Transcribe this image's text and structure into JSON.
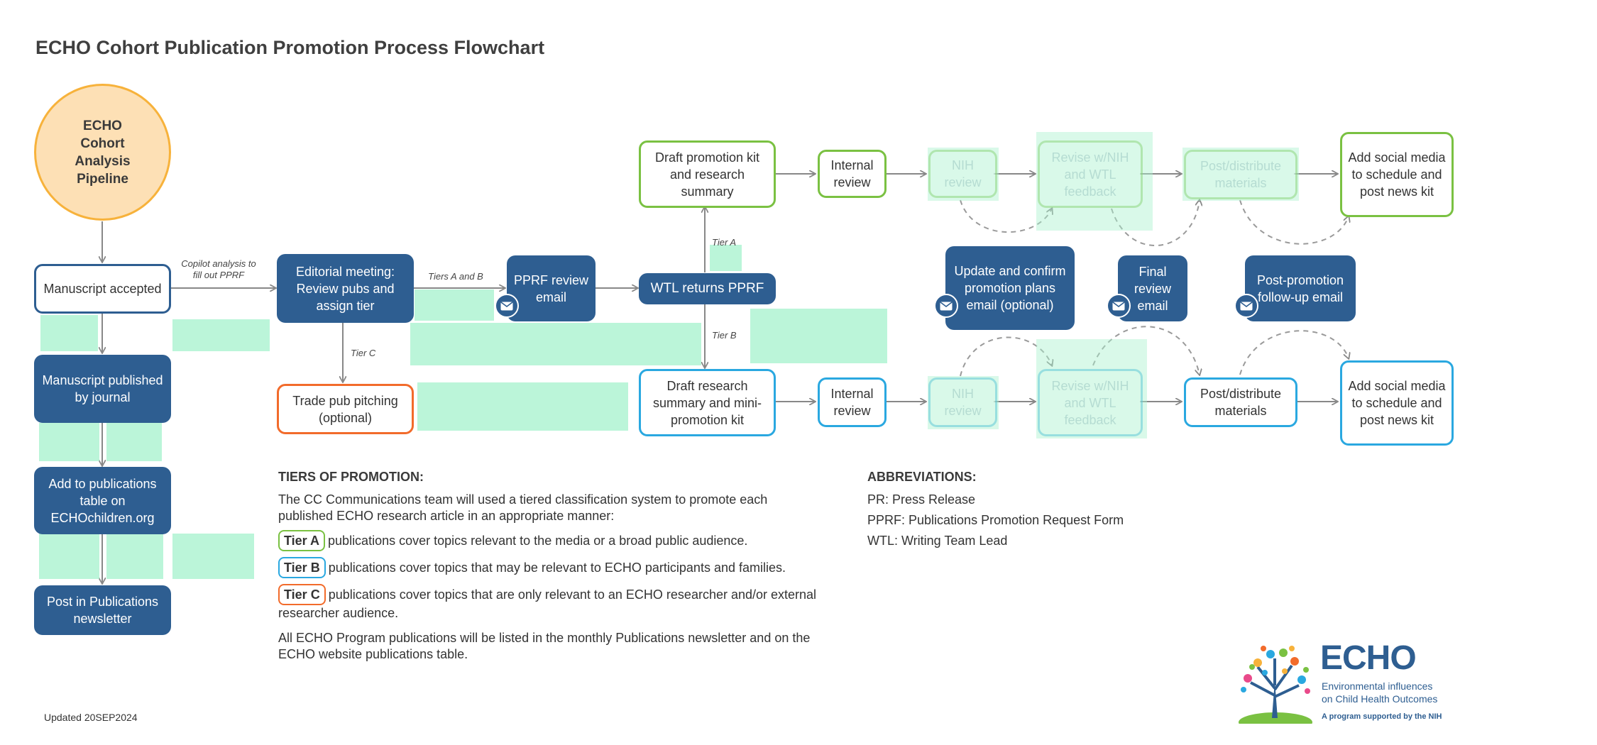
{
  "title": "ECHO Cohort Publication Promotion Process Flowchart",
  "nodes": {
    "pipeline": "ECHO Cohort Analysis Pipeline",
    "manuscript_accepted": "Manuscript accepted",
    "manuscript_published": "Manuscript published by journal",
    "add_publications": "Add to publications table on ECHOchildren.org",
    "post_newsletter": "Post in Publications newsletter",
    "editorial_meeting": "Editorial meeting: Review pubs and assign tier",
    "pprf_review": "PPRF review email",
    "wtl_returns": "WTL returns PPRF",
    "trade_pub": "Trade pub pitching (optional)",
    "draft_kit_a": "Draft promotion kit and research summary",
    "internal_review_a": "Internal review",
    "nih_review_a": "NIH review",
    "revise_a": "Revise w/NIH and WTL feedback",
    "post_distribute_a": "Post/distribute materials",
    "add_social_a": "Add social media to schedule and post news kit",
    "draft_summary_b": "Draft research summary and mini-promotion kit",
    "internal_review_b": "Internal review",
    "nih_review_b": "NIH review",
    "revise_b": "Revise w/NIH and WTL feedback",
    "post_distribute_b": "Post/distribute materials",
    "add_social_b": "Add social media to schedule and post news kit",
    "update_confirm": "Update and confirm promotion plans email (optional)",
    "final_review": "Final review email",
    "post_followup": "Post-promotion follow-up email"
  },
  "edge_labels": {
    "copilot": "Copilot analysis to fill out PPRF",
    "tiers_ab": "Tiers A and B",
    "tier_c": "Tier C",
    "tier_a": "Tier A",
    "tier_b": "Tier B"
  },
  "tiers": {
    "heading": "TIERS OF PROMOTION:",
    "intro": "The CC Communications team will used a tiered classification system to promote each published ECHO research article in an appropriate manner:",
    "a_badge": "Tier A",
    "a_text": "publications cover topics relevant to the media or a broad public audience.",
    "b_badge": "Tier B",
    "b_text": "publications cover topics that may be relevant to ECHO participants and families.",
    "c_badge": "Tier C",
    "c_text": "publications cover topics that are only relevant to an ECHO researcher and/or external researcher audience.",
    "footer": "All ECHO Program publications will be listed in the monthly Publications newsletter and on the ECHO website publications table."
  },
  "abbreviations": {
    "heading": "ABBREVIATIONS:",
    "items": [
      "PR: Press Release",
      "PPRF: Publications Promotion Request Form",
      "WTL: Writing Team Lead"
    ]
  },
  "updated": "Updated 20SEP2024",
  "logo": {
    "name": "ECHO",
    "tagline1": "Environmental influences",
    "tagline2": "on Child Health Outcomes",
    "supported": "A program supported by the NIH"
  },
  "icons": [
    "email-icon",
    "tree-logo-icon"
  ],
  "colors": {
    "dark_blue": "#2e5e91",
    "tier_a_green": "#7ac142",
    "tier_b_blue": "#2aa8e0",
    "tier_c_orange": "#f26b2b",
    "pipeline_fill": "#fde0b5",
    "pipeline_border": "#f7b23b"
  }
}
